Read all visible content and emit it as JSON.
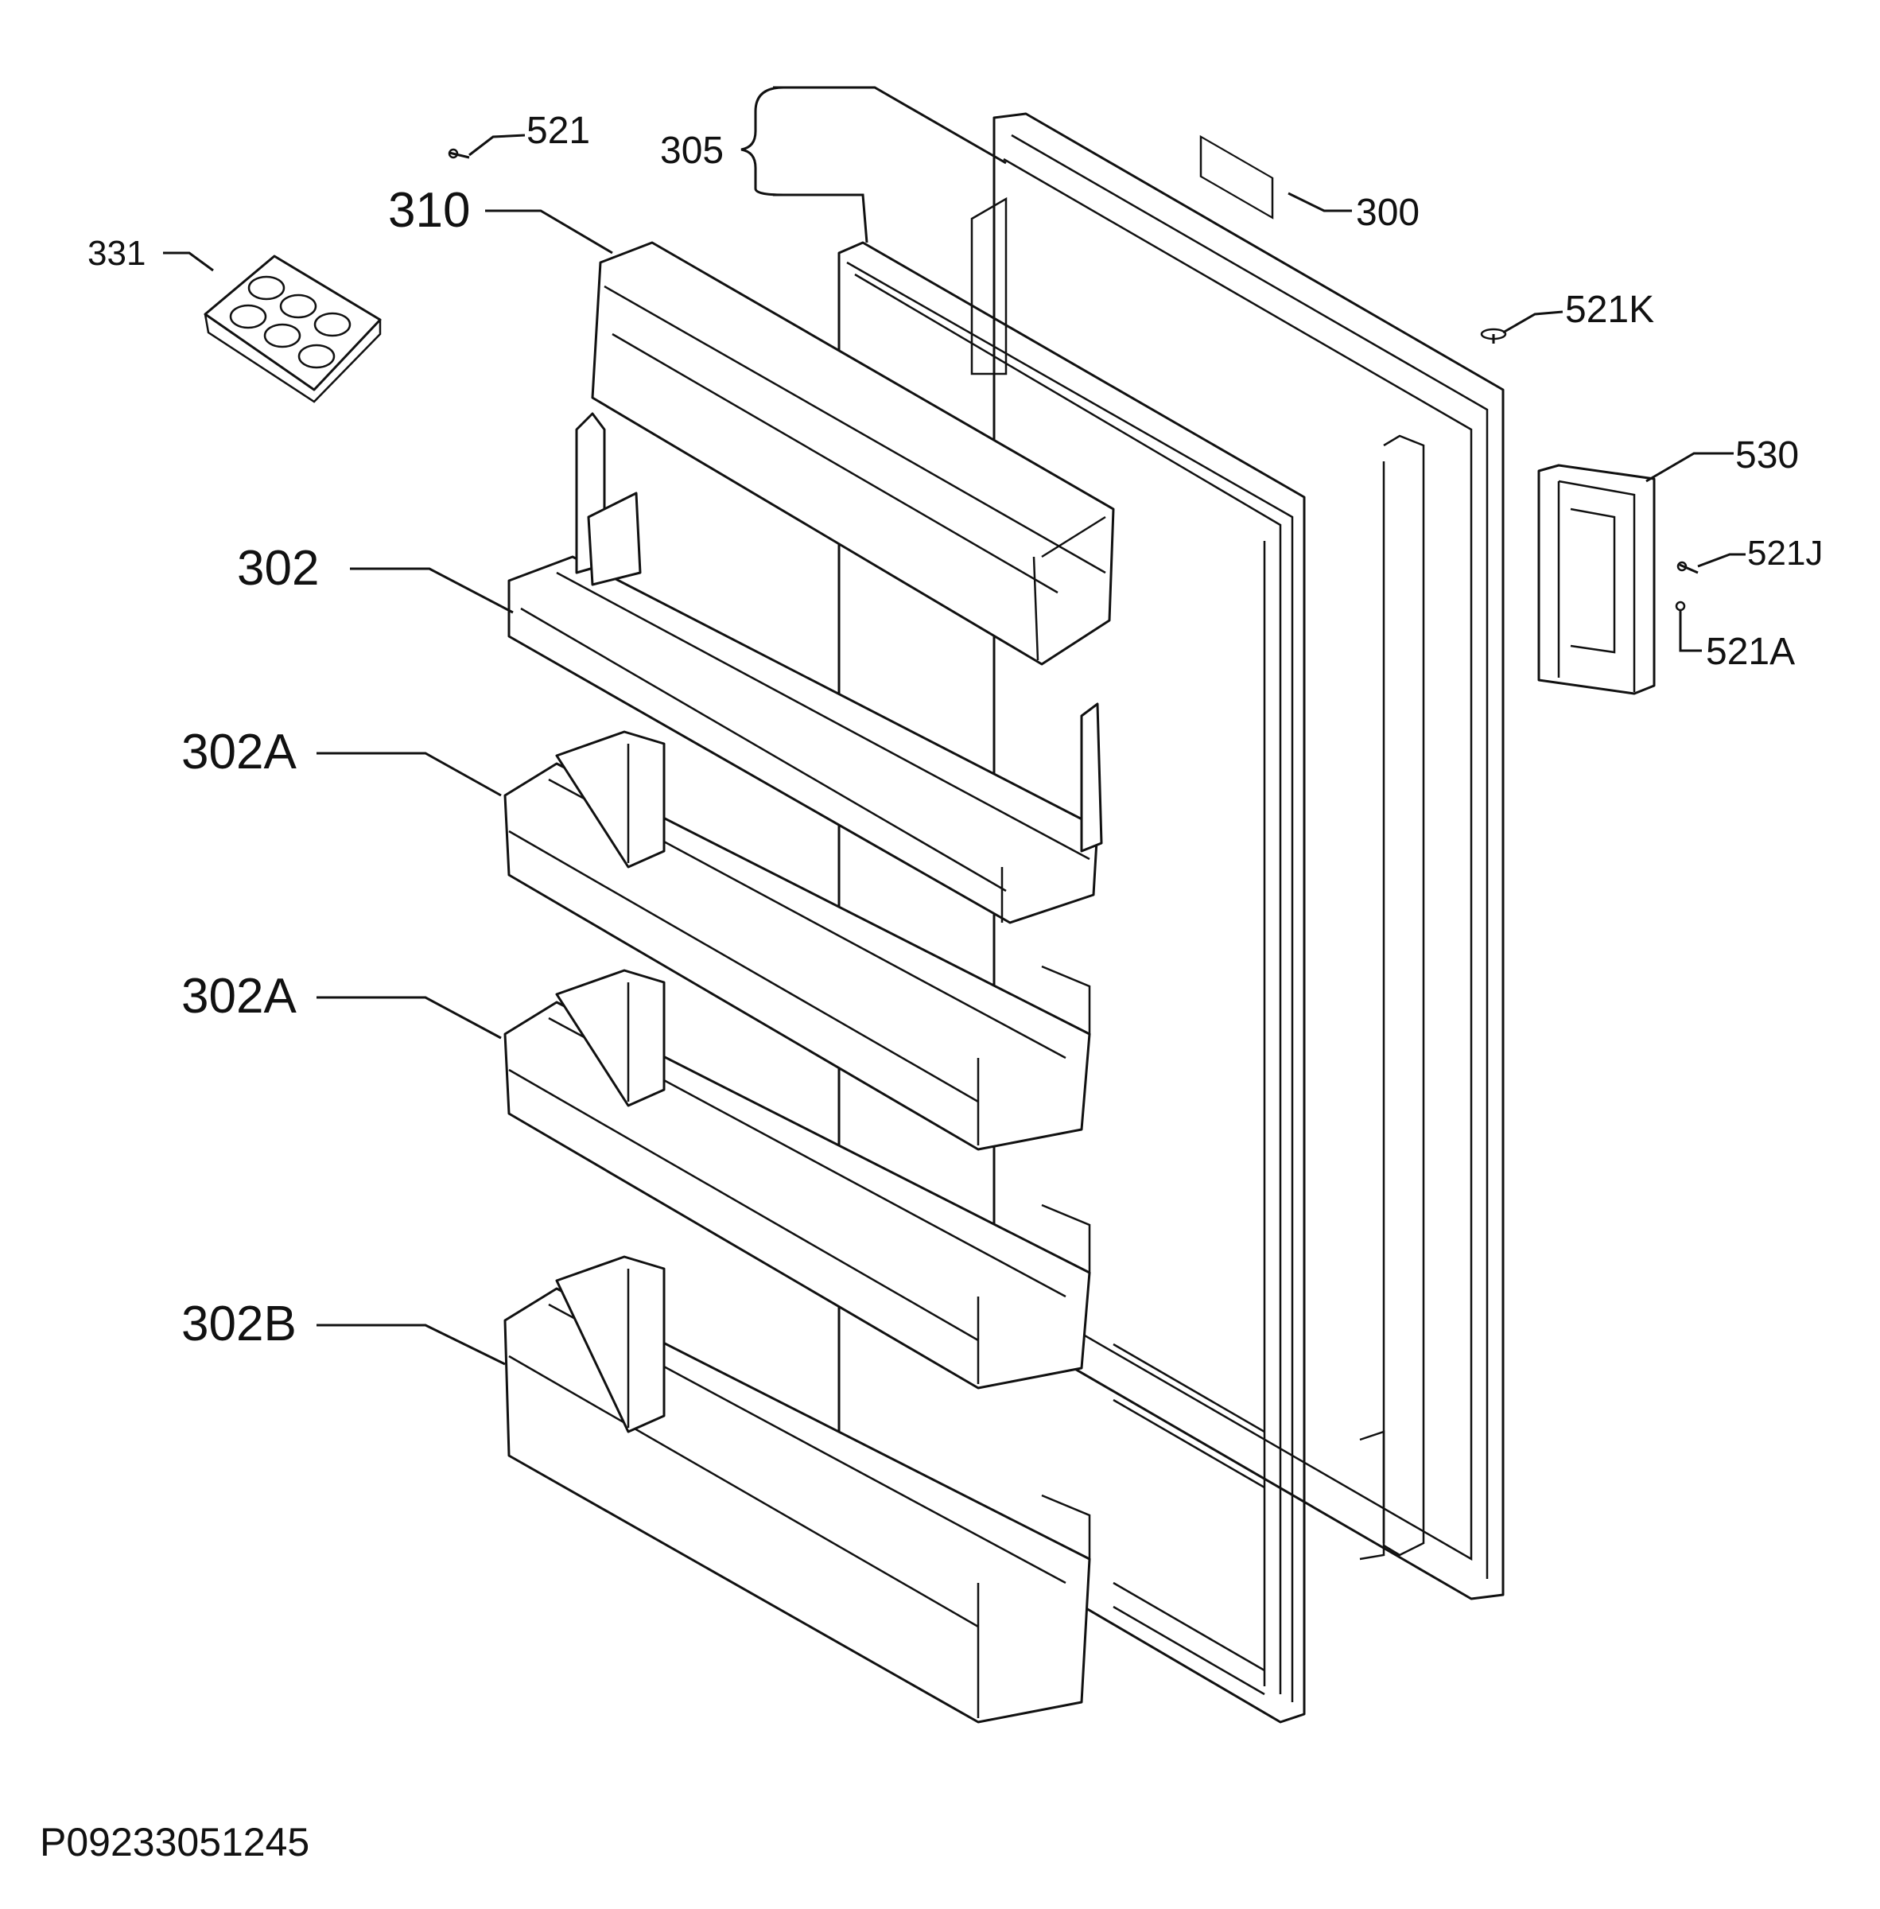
{
  "drawing_code": "P09233051245",
  "labels": {
    "l300": "300",
    "l302": "302",
    "l302A_1": "302A",
    "l302A_2": "302A",
    "l302B": "302B",
    "l305": "305",
    "l310": "310",
    "l331": "331",
    "l521": "521",
    "l521K": "521K",
    "l521J": "521J",
    "l521A": "521A",
    "l530": "530"
  }
}
